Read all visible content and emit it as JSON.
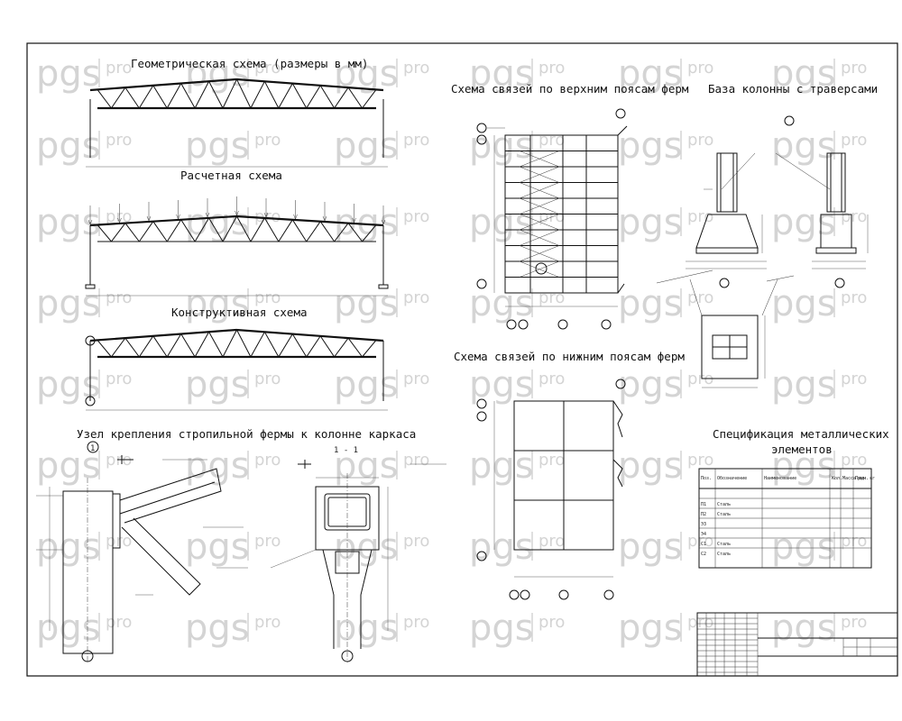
{
  "watermark": {
    "brand": "pgs",
    "suffix": "pro"
  },
  "titles": {
    "geom": "Геометрическая схема (размеры в мм)",
    "calc": "Расчетная схема",
    "constr": "Конструктивная схема",
    "node": "Узел крепления стропильной фермы к колонне каркаса",
    "top_bracing": "Схема связей по верхним поясам ферм",
    "base": "База колонны с траверсами",
    "bottom_bracing": "Схема связей по нижним поясам ферм",
    "spec_line1": "Спецификация металлических",
    "spec_line2": "элементов"
  },
  "node_labels": {
    "view1": "1",
    "section": "1 - 1"
  },
  "spec_table": {
    "headers": [
      "Поз.",
      "Обозначение",
      "Наименование",
      "Кол.",
      "Масса ед. кг",
      "Прим."
    ],
    "rows": [
      [
        "П1",
        "Сталь",
        "",
        "",
        "",
        ""
      ],
      [
        "П2",
        "Сталь",
        "",
        "",
        "",
        ""
      ],
      [
        "Э3",
        "",
        "",
        "",
        "",
        ""
      ],
      [
        "Э4",
        "",
        "",
        "",
        "",
        ""
      ],
      [
        "С1",
        "Сталь",
        "",
        "",
        "",
        ""
      ],
      [
        "С2",
        "Сталь",
        "",
        "",
        "",
        ""
      ]
    ]
  },
  "title_block": {
    "line1": "",
    "line2": "",
    "line3": ""
  }
}
